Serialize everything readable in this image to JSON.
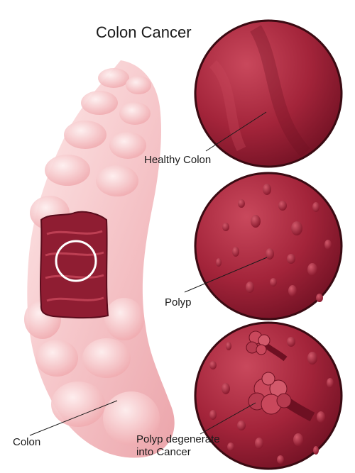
{
  "title": "Colon Cancer",
  "labels": {
    "healthy": "Healthy Colon",
    "polyp": "Polyp",
    "colon": "Colon",
    "cancer_line1": "Polyp degenerate",
    "cancer_line2": "into Cancer"
  },
  "colors": {
    "tissue_dark": "#7a1428",
    "tissue_mid": "#a3243a",
    "tissue_light": "#c9485c",
    "colon_pink": "#f2b5b8",
    "colon_highlight": "#fde6e6",
    "outline": "#3a0a12"
  }
}
